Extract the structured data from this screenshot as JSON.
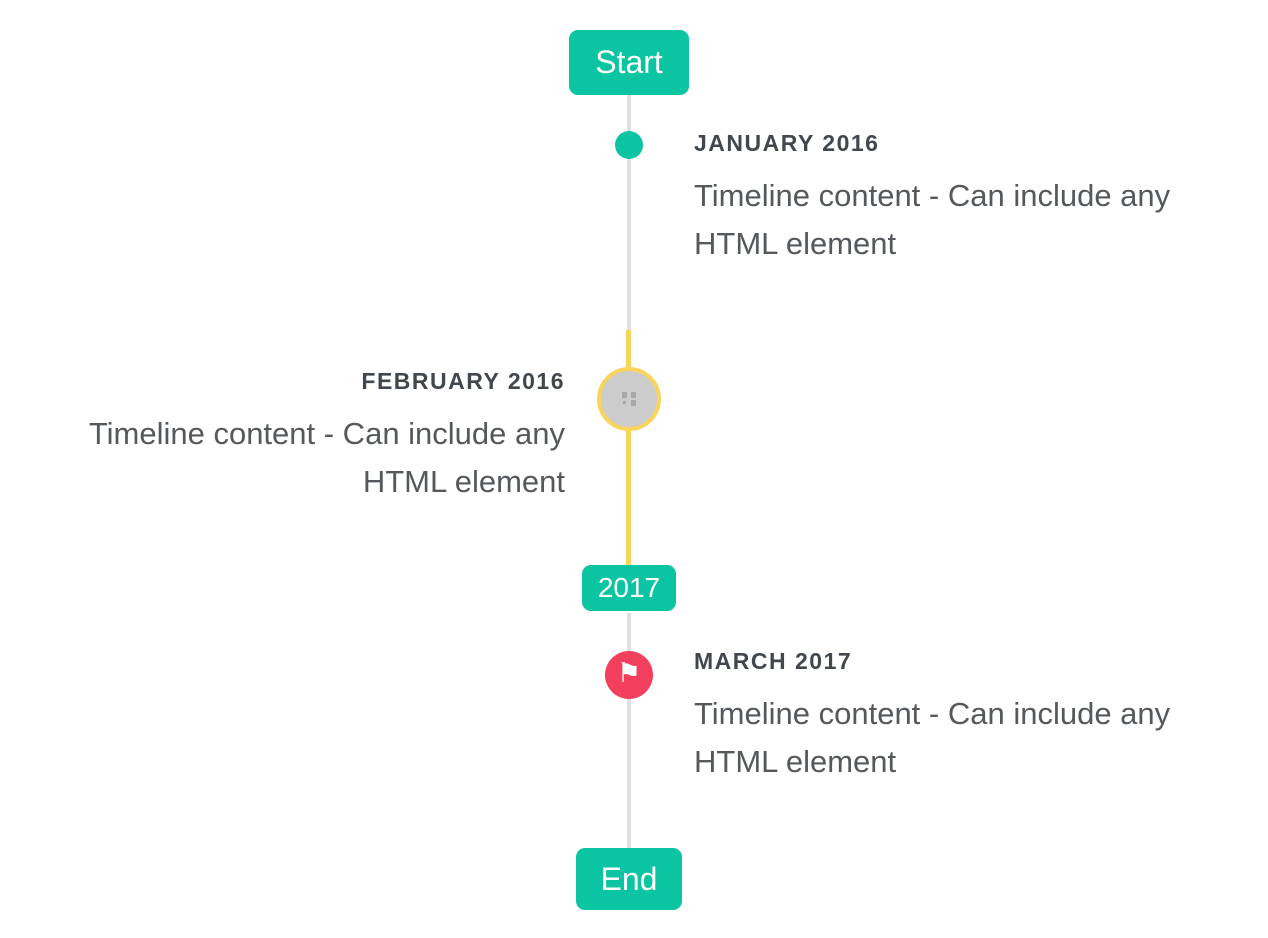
{
  "page": {
    "background": "#ffffff"
  },
  "timeline": {
    "start_badge": "Start",
    "end_badge": "End",
    "year_badge": "2017",
    "entries": [
      {
        "title": "JANUARY 2016",
        "content": "Timeline content - Can include any HTML element",
        "side": "right",
        "marker": "teal-dot"
      },
      {
        "title": "FEBRUARY 2016",
        "content": "Timeline content - Can include any HTML element",
        "side": "left",
        "marker": "image-placeholder-circle"
      },
      {
        "title": "MARCH 2017",
        "content": "Timeline content - Can include any HTML element",
        "side": "right",
        "marker": "flag-circle"
      }
    ],
    "icons": {
      "flag": "⚑"
    },
    "colors": {
      "accent_teal": "#0bc4a2",
      "highlight_yellow": "#f8d55a",
      "flag_red": "#f23f5d",
      "line_gray": "#e0e0e0",
      "marker_gray": "#cccccc",
      "title_text": "#41474d",
      "content_text": "#55595d",
      "page_background": "#ffffff"
    }
  }
}
